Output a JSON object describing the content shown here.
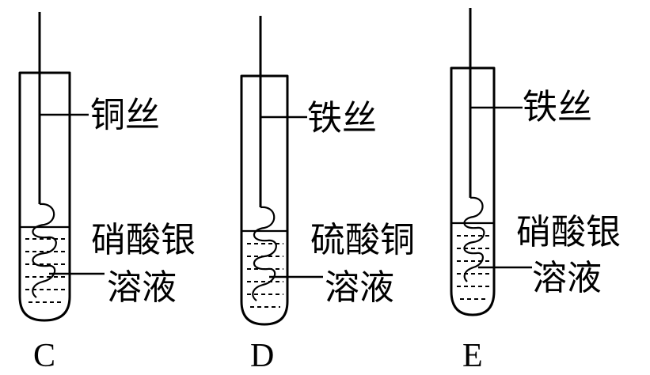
{
  "setups": [
    {
      "letter": "C",
      "metal_label": "铜丝",
      "solution_line1": "硝酸银",
      "solution_line2": "溶液"
    },
    {
      "letter": "D",
      "metal_label": "铁丝",
      "solution_line1": "硫酸铜",
      "solution_line2": "溶液"
    },
    {
      "letter": "E",
      "metal_label": "铁丝",
      "solution_line1": "硝酸银",
      "solution_line2": "溶液"
    }
  ]
}
